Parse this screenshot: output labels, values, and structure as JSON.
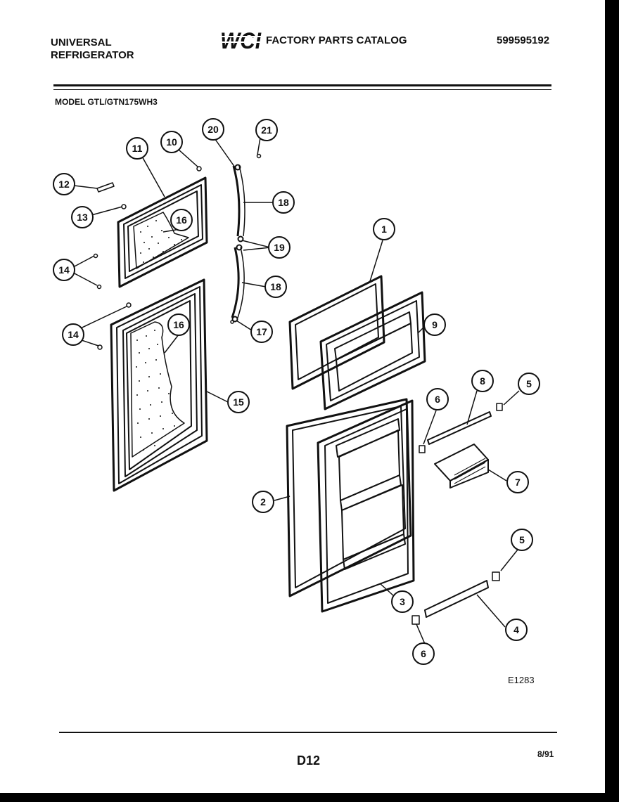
{
  "header": {
    "brand_line1": "UNIVERSAL",
    "brand_line2": "REFRIGERATOR",
    "logo_text": "WCI",
    "catalog_title": "FACTORY PARTS CATALOG",
    "part_number": "599595192",
    "model": "MODEL GTL/GTN175WH3"
  },
  "diagram": {
    "callouts": [
      "1",
      "2",
      "3",
      "4",
      "5",
      "5",
      "6",
      "6",
      "7",
      "8",
      "9",
      "10",
      "11",
      "12",
      "13",
      "14",
      "14",
      "15",
      "16",
      "16",
      "17",
      "18",
      "18",
      "19",
      "20",
      "21"
    ]
  },
  "footer": {
    "diagram_code": "E1283",
    "page": "D12",
    "date": "8/91"
  }
}
